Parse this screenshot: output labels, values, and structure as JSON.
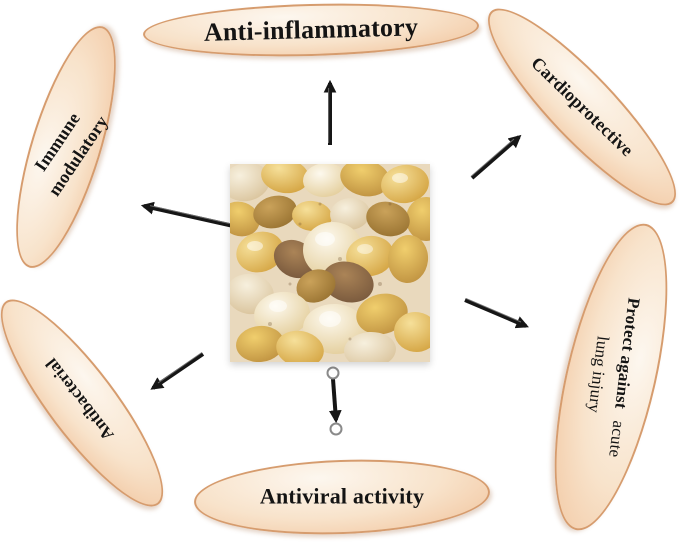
{
  "colors": {
    "background": "#ffffff",
    "ellipse-border": "#d69c6e",
    "ellipse-light": "#fdf7ef",
    "ellipse-mid": "#f8e3cb",
    "ellipse-dark": "#f1c29a",
    "arrow": "#161616",
    "label-text": "#141414"
  },
  "nodes": {
    "anti_inflammatory": {
      "label": "Anti-inflammatory"
    },
    "cardioprotective": {
      "label": "Cardioprotective"
    },
    "protect_lung": {
      "bold": "Protect against",
      "acute": "acute",
      "line2": "lung injury"
    },
    "antiviral": {
      "label": "Antiviral activity"
    },
    "antibacterial": {
      "label": "Antibacterial"
    },
    "immune_modulatory": {
      "line1": "Immune",
      "line2": "modulatory"
    }
  },
  "center_image": {
    "alt": "Close-up photo of frankincense oleo-gum resin granules"
  }
}
